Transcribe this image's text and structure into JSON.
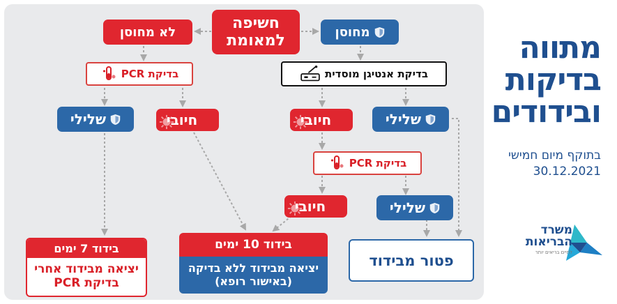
{
  "title": "מתווה בדיקות ובידודים",
  "validity": {
    "line1": "בתוקף מיום חמישי",
    "date": "30.12.2021"
  },
  "logo": {
    "name_line1": "משרד",
    "name_line2": "הבריאות",
    "tagline": "לחיים בריאים יותר"
  },
  "nodes": {
    "exposure": "חשיפה למאומת",
    "vaccinated": "מחוסן",
    "unvaccinated": "לא מחוסן",
    "antigen": "בדיקת אנטיגן מוסדית",
    "pcr_left": "בדיקת PCR",
    "negative_left": "שלילי",
    "positive_left": "חיובי",
    "positive_antigen": "חיובי",
    "negative_antigen": "שלילי",
    "pcr_mid": "בדיקת PCR",
    "positive_pcr": "חיובי",
    "negative_pcr": "שלילי"
  },
  "outcomes": {
    "iso7": {
      "header": "בידוד 7 ימים",
      "body": "יציאה מבידוד אחרי בדיקת PCR"
    },
    "iso10": {
      "header": "בידוד 10 ימים",
      "body": "יציאה מבידוד ללא בדיקה (באישור רופא)"
    },
    "exempt": "פטור מבידוד"
  },
  "colors": {
    "red": "#e0262f",
    "blue": "#2c68a8",
    "navy": "#1f4f8f",
    "panel": "#e9eaec"
  },
  "icons": [
    "shield-icon",
    "test-tube-icon",
    "antigen-test-icon",
    "virus-icon"
  ]
}
